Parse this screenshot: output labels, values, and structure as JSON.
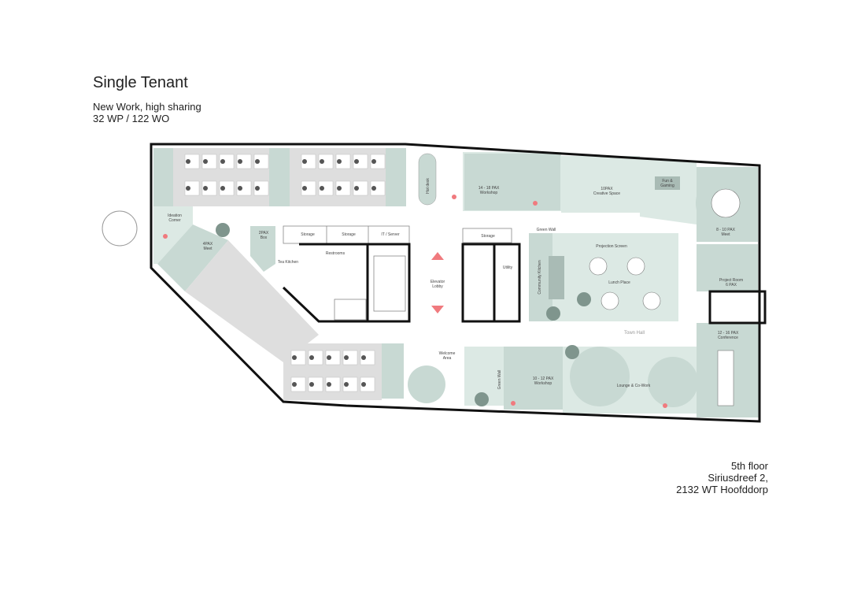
{
  "header": {
    "title": "Single Tenant",
    "subtitle_line1": "New Work, high sharing",
    "subtitle_line2": "32 WP / 122 WO"
  },
  "footer": {
    "floor": "5th floor",
    "street": "Siriusdreef 2,",
    "city": "2132 WT Hoofddorp"
  },
  "colors": {
    "zone_light": "#dce9e4",
    "zone_medium": "#c8d9d3",
    "desk_area": "#dedede",
    "accent_red": "#f07a7e",
    "wall": "#111111"
  },
  "rooms": {
    "ideation": [
      "Ideation",
      "Corner"
    ],
    "meet4": [
      "4PAX",
      "Meet"
    ],
    "box2": [
      "2PAX",
      "Box"
    ],
    "storage1": "Storage",
    "storage2": "Storage",
    "it_server": "IT / Server",
    "tea_kitchen": "Tea Kitchen",
    "restrooms": "Restrooms",
    "elevator": [
      "Elevator",
      "Lobby"
    ],
    "storage3": "Storage",
    "green_wall_top": "Green Wall",
    "utility": "Utility",
    "community_kitchen": "Community Kitchen",
    "projection_screen": "Projection Screen",
    "lunch_place": "Lunch Place",
    "town_hall": "Town Hall",
    "workshop_14": [
      "14 - 18 PAX",
      "Workshop"
    ],
    "creative": [
      "10PAX",
      "Creative Space"
    ],
    "fun": [
      "Fun &",
      "Gaming"
    ],
    "meet_8": [
      "8 - 10 PAX",
      "Meet"
    ],
    "project_room": [
      "Project Room",
      "6 PAX"
    ],
    "conference": [
      "12 - 16 PAX",
      "Conference"
    ],
    "welcome": [
      "Welcome",
      "Area"
    ],
    "green_wall_bottom": "Green Wall",
    "workshop_10": [
      "10 - 12 PAX",
      "Workshop"
    ],
    "lounge": "Lounge & Co-Work",
    "hot_desk": "Hot desk"
  }
}
